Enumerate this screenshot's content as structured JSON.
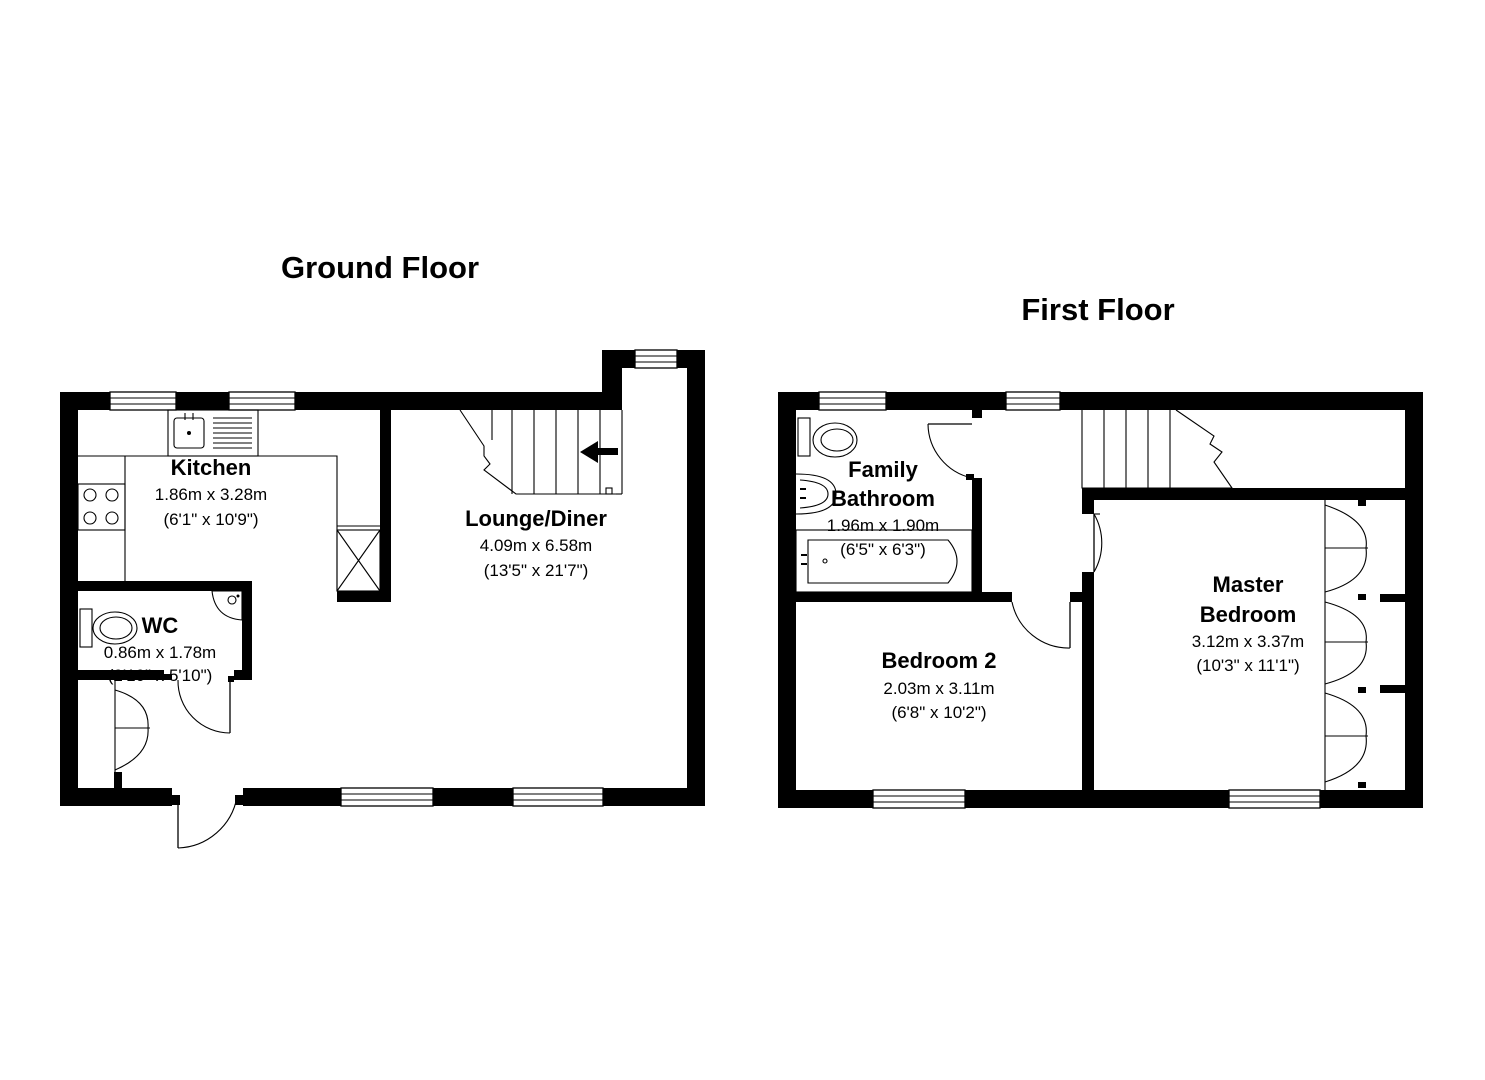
{
  "floors": [
    {
      "title": "Ground Floor",
      "rooms": [
        {
          "name": "Kitchen",
          "metric": "1.86m x 3.28m",
          "imperial": "(6'1\" x 10'9\")"
        },
        {
          "name": "Lounge/Diner",
          "metric": "4.09m x 6.58m",
          "imperial": "(13'5\" x 21'7\")"
        },
        {
          "name": "WC",
          "metric": "0.86m x 1.78m",
          "imperial": "(2'10\" x 5'10\")"
        }
      ]
    },
    {
      "title": "First Floor",
      "rooms": [
        {
          "name": "Family",
          "name2": "Bathroom",
          "metric": "1.96m x 1.90m",
          "imperial": "(6'5\" x 6'3\")"
        },
        {
          "name": "Bedroom 2",
          "metric": "2.03m x 3.11m",
          "imperial": "(6'8\" x 10'2\")"
        },
        {
          "name": "Master",
          "name2": "Bedroom",
          "metric": "3.12m x 3.37m",
          "imperial": "(10'3\" x 11'1\")"
        }
      ]
    }
  ],
  "icons": {
    "stairs": "staircase-icon",
    "arrow": "stair-direction-arrow-icon",
    "sink": "sink-icon",
    "hob": "hob-icon",
    "toilet": "toilet-icon",
    "bath": "bath-icon",
    "basin": "basin-icon"
  },
  "colors": {
    "wall": "#000000",
    "background": "#ffffff"
  }
}
